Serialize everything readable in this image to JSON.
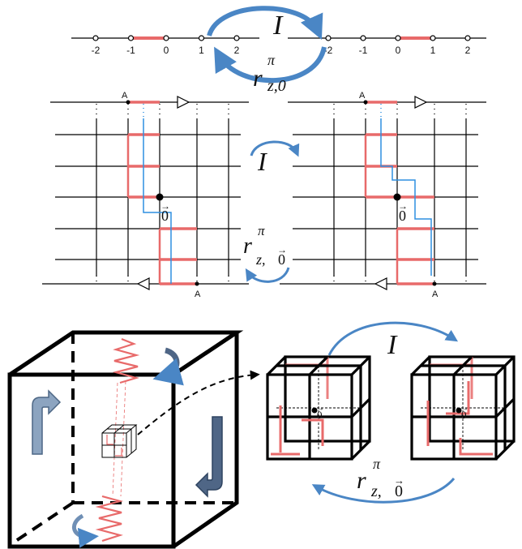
{
  "number_line": {
    "left_ticks": [
      "-2",
      "-1",
      "0",
      "1",
      "2"
    ],
    "right_ticks": [
      "-2",
      "-1",
      "0",
      "1",
      "2"
    ]
  },
  "labels": {
    "inversion": "I",
    "rotation_base": "r",
    "rotation_sup": "π",
    "rotation_sub_line": "z,0",
    "rotation_sub_vec_prefix": "z,",
    "zero_vector": "0",
    "vector_arrow": "→",
    "point_a": "A"
  },
  "colors": {
    "red_segment": "#e86a6a",
    "blue_path": "#2f8fe0",
    "arc_arrow": "#4a86c5",
    "cube_arrow": "#6f87a3",
    "line": "#000000"
  },
  "icons": [
    "curved-arrow-icon",
    "bent-arrow-icon",
    "zigzag-spring-icon",
    "vector-arrow-icon"
  ]
}
